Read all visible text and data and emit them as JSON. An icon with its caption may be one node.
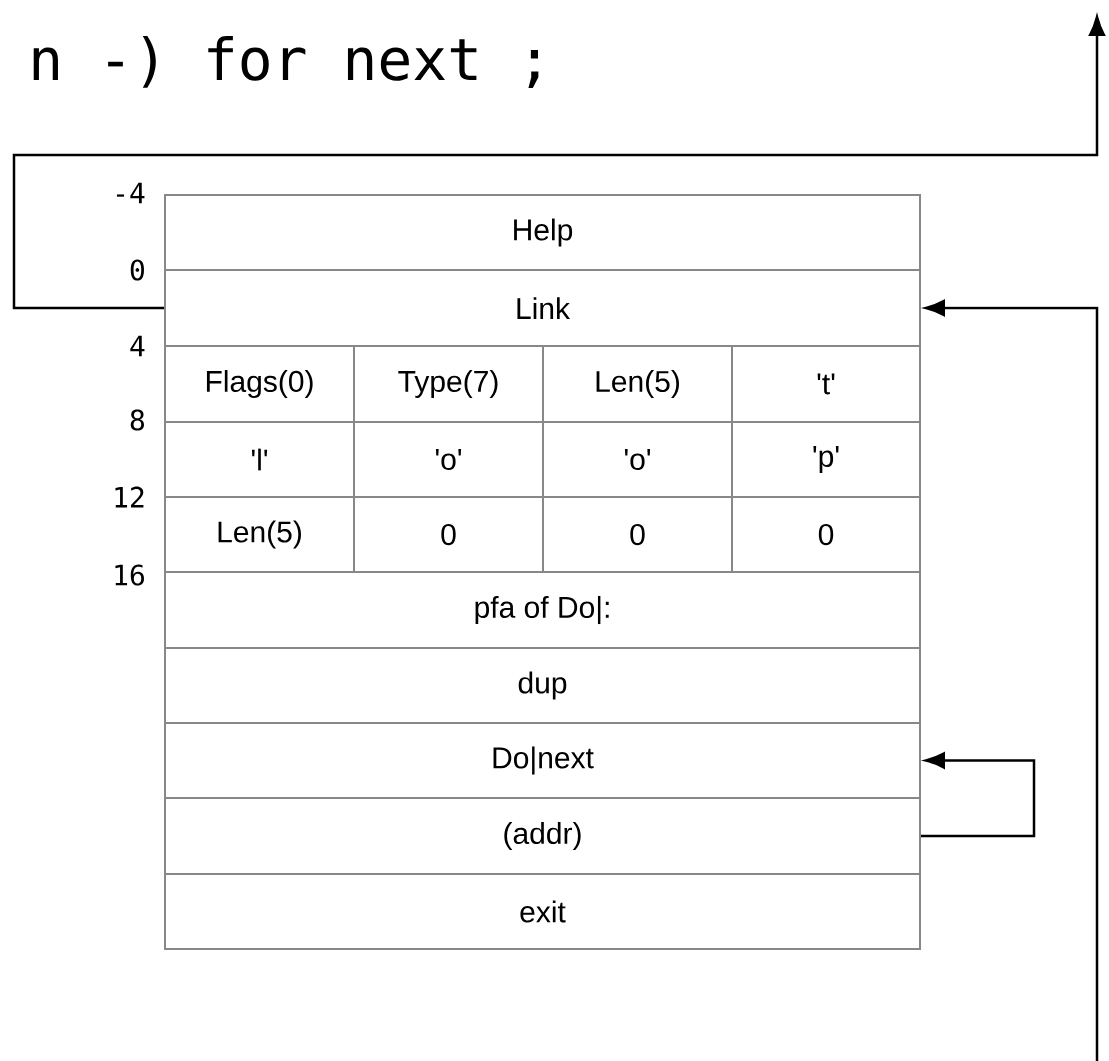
{
  "diagram": {
    "nodes": [
      {
        "text": [
          "Help"
        ]
      },
      {
        "text": [
          "Link"
        ]
      },
      {
        "text": [
          "Flags(0)"
        ]
      },
      {
        "text": [
          "Type(7)"
        ]
      },
      {
        "text": [
          "Len(5)"
        ]
      },
      {
        "text": [
          "'t'"
        ]
      },
      {
        "text": [
          "'l'"
        ]
      },
      {
        "text": [
          "'o'"
        ]
      },
      {
        "text": [
          "'o'"
        ]
      },
      {
        "text": [
          "'p'"
        ]
      },
      {
        "text": [
          "Len(5)"
        ]
      },
      {
        "text": [
          "0"
        ]
      },
      {
        "text": [
          "0"
        ]
      },
      {
        "text": [
          "0"
        ]
      },
      {
        "text": [
          "pfa of Do|:"
        ]
      },
      {
        "text": [
          "dup"
        ]
      },
      {
        "text": [
          "Do|next"
        ]
      },
      {
        "text": [
          "(addr)"
        ]
      },
      {
        "text": [
          "exit"
        ]
      }
    ],
    "edges": [
      {
        "from": 1,
        "to": null,
        "arrow": "to"
      },
      {
        "from": null,
        "to": 1,
        "arrow": "to"
      },
      {
        "from": 17,
        "to": 16,
        "arrow": "to"
      }
    ],
    "labels": [
      "n -) for next ;",
      "-4",
      "0",
      "4",
      "8",
      "12",
      "16"
    ]
  }
}
